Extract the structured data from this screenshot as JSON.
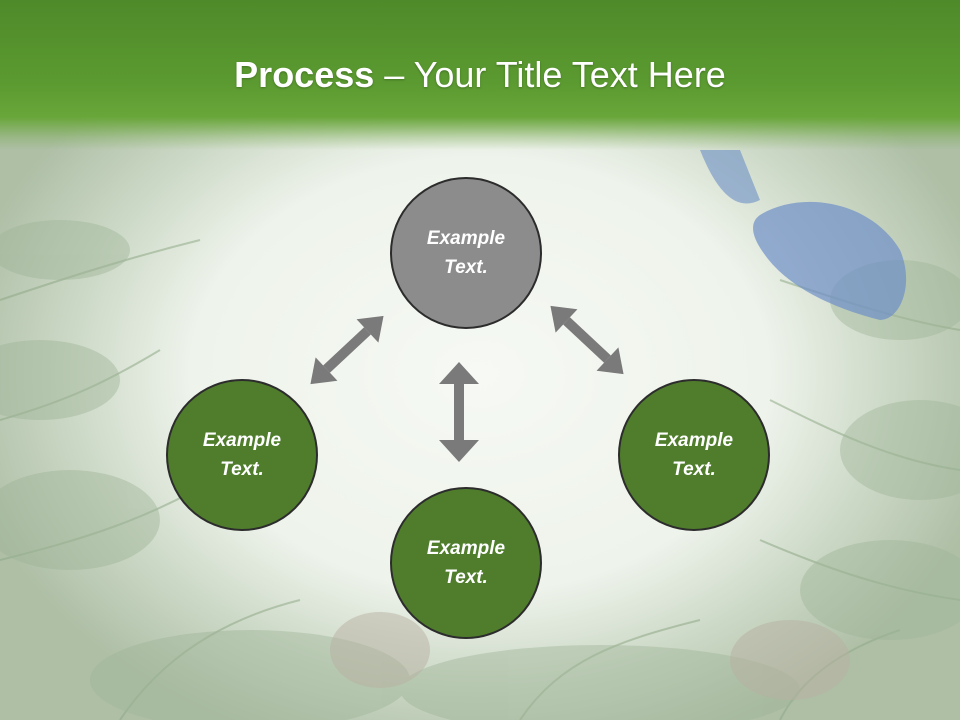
{
  "slide": {
    "title_bold": "Process",
    "title_rest": " – Your Title Text Here"
  },
  "nodes": [
    {
      "id": "top",
      "label": "Example Text.",
      "color": "#8c8c8c"
    },
    {
      "id": "left",
      "label": "Example Text.",
      "color": "#4f7d2c"
    },
    {
      "id": "bottom",
      "label": "Example Text.",
      "color": "#4f7d2c"
    },
    {
      "id": "right",
      "label": "Example Text.",
      "color": "#4f7d2c"
    }
  ],
  "colors": {
    "header": "#5b9a30",
    "arrow": "#7a7a7a",
    "node_border": "#2c2c2c"
  }
}
